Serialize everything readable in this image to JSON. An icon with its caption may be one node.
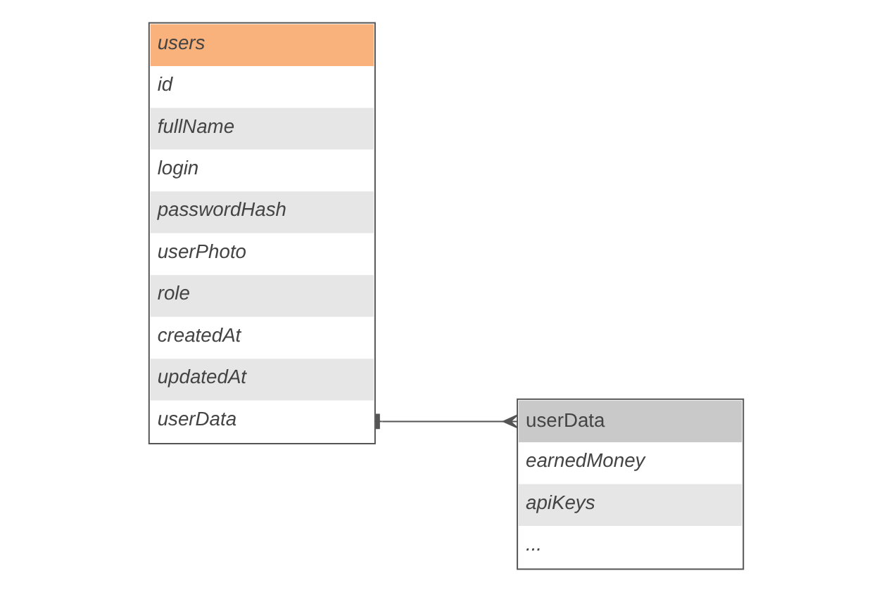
{
  "diagram": {
    "nodes": [
      {
        "text": [
          "users",
          "id",
          "fullName",
          "login",
          "passwordHash",
          "userPhoto",
          "role",
          "createdAt",
          "updatedAt",
          "userData"
        ]
      },
      {
        "text": [
          "userData",
          "earnedMoney",
          "apiKeys",
          "..."
        ]
      }
    ],
    "edges": [
      {
        "from": 0,
        "to": 1,
        "arrow": "other"
      }
    ]
  }
}
